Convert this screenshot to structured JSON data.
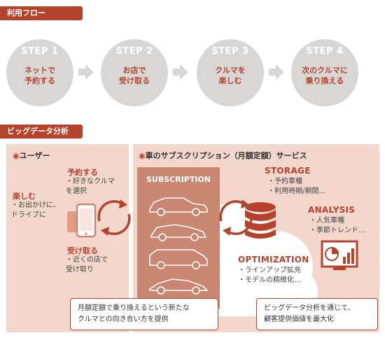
{
  "sections": {
    "flow": "利用フロー",
    "analysis": "ビッグデータ分析"
  },
  "steps": [
    {
      "num": "STEP 1",
      "text": "ネットで\n予約する"
    },
    {
      "num": "STEP 2",
      "text": "お店で\n受け取る"
    },
    {
      "num": "STEP 3",
      "text": "クルマを\n楽しむ"
    },
    {
      "num": "STEP 4",
      "text": "次のクルマに\n乗り換える"
    }
  ],
  "user_panel": {
    "mark": "◉",
    "title": "ユーザー",
    "reserve": {
      "head": "予約する",
      "sub": "・好きなクルマ\n  を選択"
    },
    "enjoy": {
      "head": "楽しむ",
      "sub": "・お出かけに、\n  ドライブに"
    },
    "receive": {
      "head": "受け取る",
      "sub": "・近くの店で\n  受け取り"
    }
  },
  "service_panel": {
    "mark": "◉",
    "title": "車のサブスクリプション（月額定額）サービス",
    "subscription": "SUBSCRIPTION",
    "storage": {
      "head": "STORAGE",
      "sub": "・予約車種\n・利用時期/期間…"
    },
    "analysis": {
      "head": "ANALYSIS",
      "sub": "・人気車種\n・季節トレンド…"
    },
    "optimization": {
      "head": "OPTIMIZATION",
      "sub": "・ラインアップ拡充\n・モデルの精緻化…"
    }
  },
  "notes": {
    "left": "月額定額で乗り換えるという新たな\nクルマとの向き合い方を提供",
    "right": "ビッグデータ分析を通じて、\n顧客提供価値を最大化"
  },
  "icons": [
    "smartphone-icon",
    "car-icon",
    "database-icon",
    "report-chart-icon",
    "cycle-arrow-icon",
    "step-arrow-icon"
  ],
  "colors": {
    "accent": "#b5432b",
    "panel": "#f3d6cc",
    "step_circle": "#d9d7d6",
    "card": "#c98771"
  }
}
